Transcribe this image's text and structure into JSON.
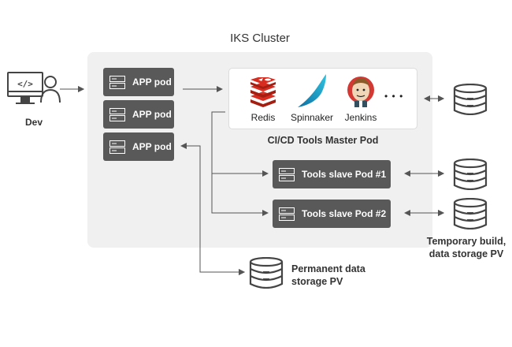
{
  "cluster": {
    "title": "IKS Cluster"
  },
  "dev": {
    "label": "Dev"
  },
  "app_pods": [
    {
      "label": "APP pod"
    },
    {
      "label": "APP pod"
    },
    {
      "label": "APP pod"
    }
  ],
  "master_pod": {
    "caption": "CI/CD Tools Master Pod",
    "tools": [
      {
        "label": "Redis",
        "icon": "redis-icon",
        "color": "#d82c20"
      },
      {
        "label": "Spinnaker",
        "icon": "spinnaker-icon",
        "color": "#139bb4"
      },
      {
        "label": "Jenkins",
        "icon": "jenkins-icon",
        "color": "#d33833"
      }
    ],
    "more": "• • •"
  },
  "slave_pods": [
    {
      "label": "Tools slave Pod #1"
    },
    {
      "label": "Tools slave Pod #2"
    }
  ],
  "temp_storage": {
    "caption_line1": "Temporary build,",
    "caption_line2": "data storage PV"
  },
  "perm_storage": {
    "caption_line1": "Permanent data",
    "caption_line2": "storage PV"
  }
}
